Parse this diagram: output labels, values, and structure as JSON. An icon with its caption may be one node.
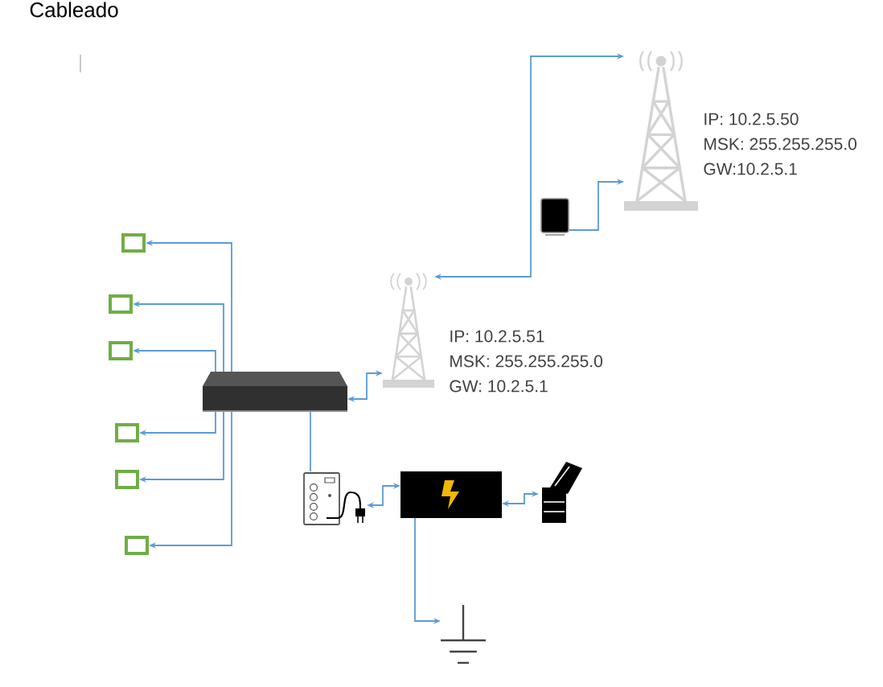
{
  "diagram": {
    "title": "Cableado",
    "nodes": [
      {
        "text": [],
        "shape": "picture",
        "beside": [
          "IP: 10.2.5.50",
          "MSK: 255.255.255.0",
          "GW:10.2.5.1"
        ]
      },
      {
        "text": [],
        "shape": "box"
      },
      {
        "text": [],
        "shape": "picture",
        "beside": [
          "IP: 10.2.5.51",
          "MSK: 255.255.255.0",
          "GW: 10.2.5.1"
        ]
      },
      {
        "text": [],
        "shape": "box"
      },
      {
        "text": [],
        "shape": "box"
      },
      {
        "text": [],
        "shape": "box"
      },
      {
        "text": [],
        "shape": "box"
      },
      {
        "text": [],
        "shape": "box"
      },
      {
        "text": [],
        "shape": "box"
      },
      {
        "text": [],
        "shape": "box"
      },
      {
        "text": [],
        "shape": "picture"
      },
      {
        "text": [],
        "shape": "picture"
      },
      {
        "text": [],
        "shape": "picture"
      },
      {
        "text": [],
        "shape": "picture"
      }
    ],
    "edges": [
      {
        "from": 1,
        "to": 0,
        "arrow": "to"
      },
      {
        "from": 2,
        "to": 0,
        "arrow": "both"
      },
      {
        "from": 3,
        "to": 2,
        "arrow": "both"
      },
      {
        "from": 3,
        "to": 4,
        "arrow": "to"
      },
      {
        "from": 3,
        "to": 5,
        "arrow": "to"
      },
      {
        "from": 3,
        "to": 6,
        "arrow": "to"
      },
      {
        "from": 3,
        "to": 7,
        "arrow": "to"
      },
      {
        "from": 3,
        "to": 8,
        "arrow": "to"
      },
      {
        "from": 3,
        "to": 9,
        "arrow": "to"
      },
      {
        "from": 3,
        "to": 10,
        "arrow": "none"
      },
      {
        "from": 10,
        "to": 11,
        "arrow": "both"
      },
      {
        "from": 11,
        "to": 12,
        "arrow": "both"
      },
      {
        "from": 11,
        "to": 13,
        "arrow": "to"
      }
    ]
  }
}
